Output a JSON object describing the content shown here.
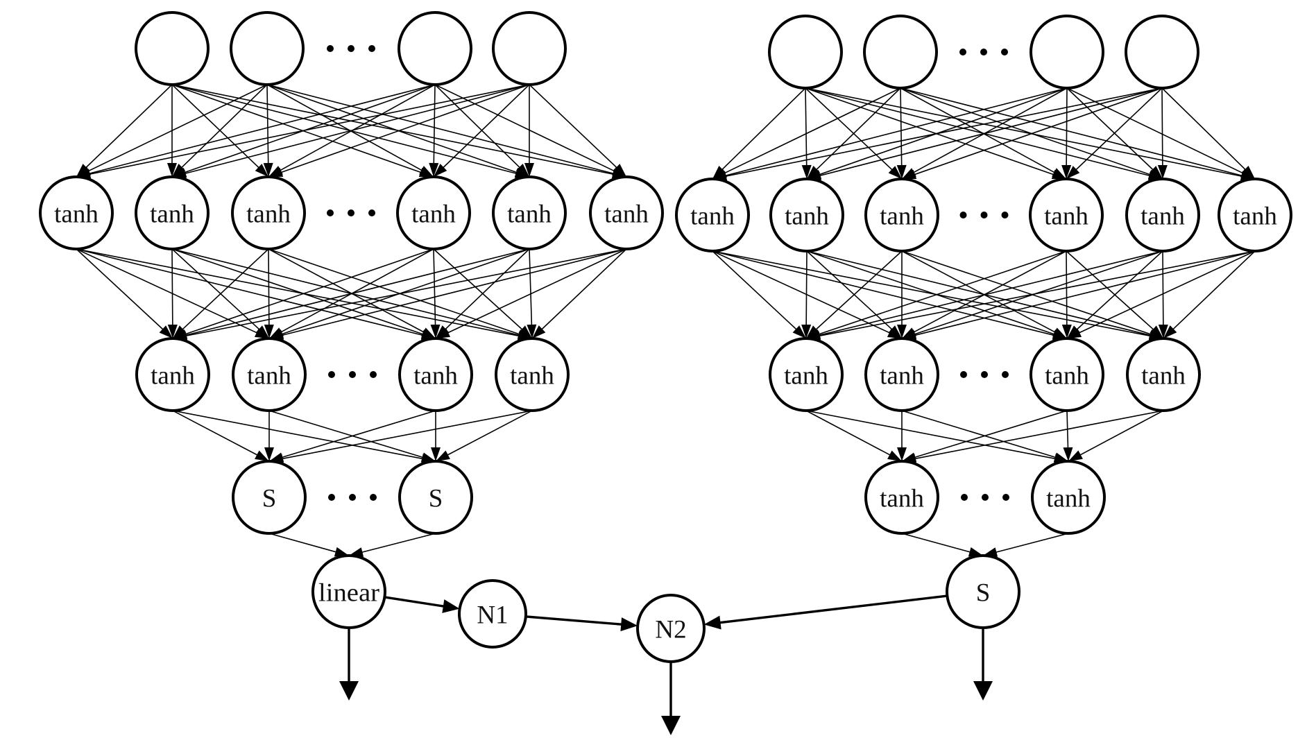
{
  "title": "Two-branch neural network architecture",
  "dot_label": "ellipsis",
  "left_branch": {
    "layers": [
      {
        "name": "input",
        "labels": [
          "",
          "",
          "",
          ""
        ],
        "ellipsis_after": 1
      },
      {
        "name": "hidden1",
        "labels": [
          "tanh",
          "tanh",
          "tanh",
          "tanh",
          "tanh",
          "tanh"
        ],
        "ellipsis_after": 2
      },
      {
        "name": "hidden2",
        "labels": [
          "tanh",
          "tanh",
          "tanh",
          "tanh"
        ],
        "ellipsis_after": 1
      },
      {
        "name": "hidden3",
        "labels": [
          "S",
          "S"
        ],
        "ellipsis_after": 0
      },
      {
        "name": "output",
        "labels": [
          "linear"
        ],
        "ellipsis_after": -1
      }
    ],
    "connectivity": "fully-connected"
  },
  "right_branch": {
    "layers": [
      {
        "name": "input",
        "labels": [
          "",
          "",
          "",
          ""
        ],
        "ellipsis_after": 1
      },
      {
        "name": "hidden1",
        "labels": [
          "tanh",
          "tanh",
          "tanh",
          "tanh",
          "tanh",
          "tanh"
        ],
        "ellipsis_after": 2
      },
      {
        "name": "hidden2",
        "labels": [
          "tanh",
          "tanh",
          "tanh",
          "tanh"
        ],
        "ellipsis_after": 1
      },
      {
        "name": "hidden3",
        "labels": [
          "tanh",
          "tanh"
        ],
        "ellipsis_after": 0
      },
      {
        "name": "output",
        "labels": [
          "S"
        ],
        "ellipsis_after": -1
      }
    ],
    "connectivity": "fully-connected"
  },
  "combiner_nodes": [
    {
      "id": "N1",
      "label": "N1"
    },
    {
      "id": "N2",
      "label": "N2"
    }
  ],
  "connections": [
    {
      "from": "left.output",
      "to": "N1"
    },
    {
      "from": "N1",
      "to": "N2"
    },
    {
      "from": "right.output",
      "to": "N2"
    }
  ],
  "outputs": [
    {
      "from": "left.output"
    },
    {
      "from": "N2"
    },
    {
      "from": "right.output"
    }
  ]
}
